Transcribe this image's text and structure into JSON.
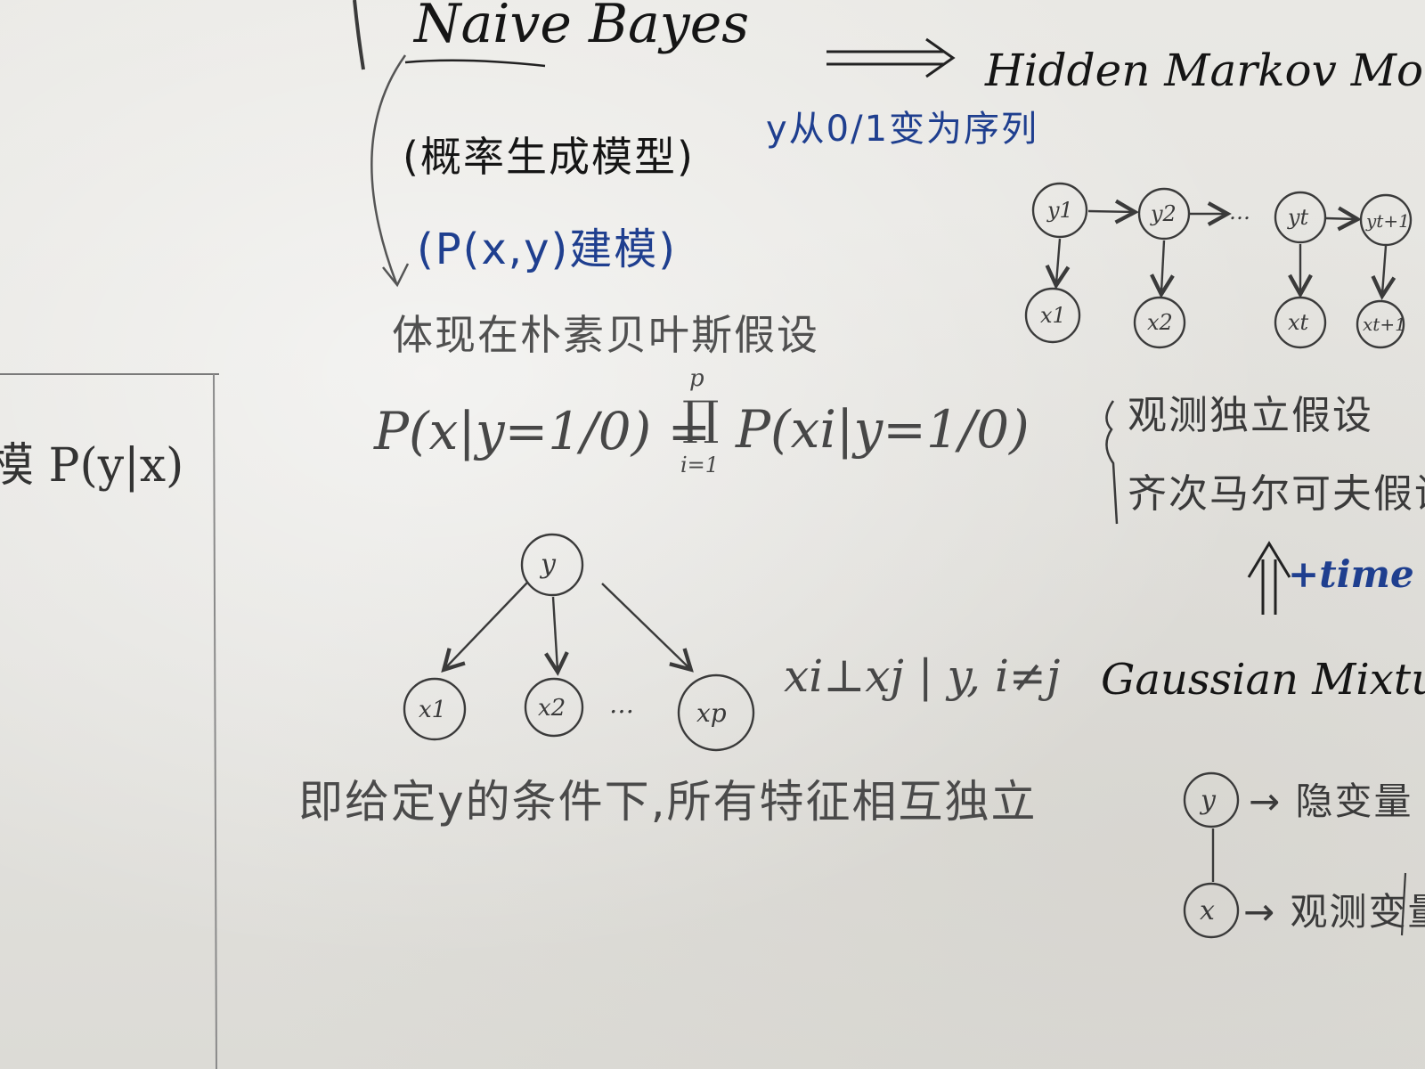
{
  "naive_bayes": {
    "title": "Naive Bayes",
    "subtitle": "(概率生成模型)",
    "modeling": "(P(x,y)建模)",
    "assumption": "体现在朴素贝叶斯假设",
    "formula_lhs": "P(x|y=1/0) =",
    "formula_prod_top": "p",
    "formula_prod_sym": "∏",
    "formula_prod_bottom": "i=1",
    "formula_rhs": "P(xi|y=1/0)",
    "independence": "xi⊥xj | y, i≠j",
    "explanation": "即给定y的条件下,所有特征相互独立",
    "graph": {
      "y": "y",
      "x1": "x1",
      "x2": "x2",
      "dots": "…",
      "xp": "xp"
    }
  },
  "arrow": "⟹",
  "hmm": {
    "title": "Hidden Markov Mo",
    "note": "y从0/1变为序列",
    "states": [
      "y1",
      "y2",
      "yt",
      "yt+1"
    ],
    "observations": [
      "x1",
      "x2",
      "xt",
      "xt+1"
    ],
    "state_dots": "…",
    "assumptions": [
      "观测独立假设",
      "齐次马尔可夫假设"
    ],
    "time_label": "+time"
  },
  "gmm": {
    "title": "Gaussian Mixture",
    "latent_node": "y",
    "latent_label": "→ 隐变量",
    "observed_node": "x",
    "observed_label": "→ 观测变量"
  },
  "left_page": {
    "fragment": "模 P(y|x)"
  }
}
